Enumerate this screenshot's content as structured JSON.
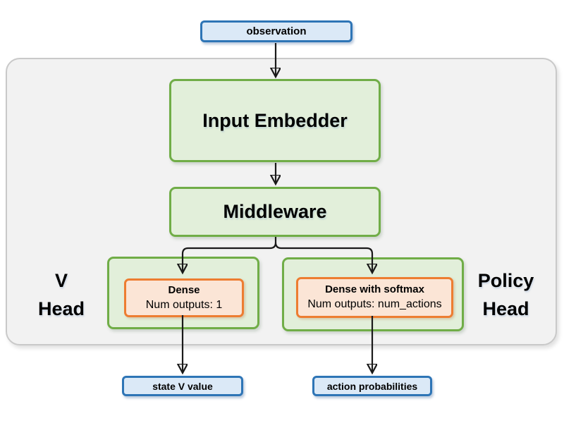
{
  "nodes": {
    "observation": "observation",
    "input_embedder": "Input Embedder",
    "middleware": "Middleware",
    "v_head_dense": {
      "title": "Dense",
      "subtitle": "Num outputs: 1"
    },
    "policy_head_dense": {
      "title": "Dense with softmax",
      "subtitle": "Num outputs: num_actions"
    },
    "state_v_value": "state V value",
    "action_probabilities": "action probabilities"
  },
  "labels": {
    "v_head": {
      "line1": "V",
      "line2": "Head"
    },
    "policy_head": {
      "line1": "Policy",
      "line2": "Head"
    }
  },
  "colors": {
    "io_node_fill": "#dbe9f7",
    "io_node_border": "#2e75b6",
    "block_fill": "#e2efda",
    "block_border": "#70ad47",
    "dense_fill": "#fbe5d6",
    "dense_border": "#ed7d31",
    "container_fill": "#f2f2f2",
    "container_border": "#c9c9c9",
    "arrow": "#1a1a1a",
    "text": "#000000"
  }
}
